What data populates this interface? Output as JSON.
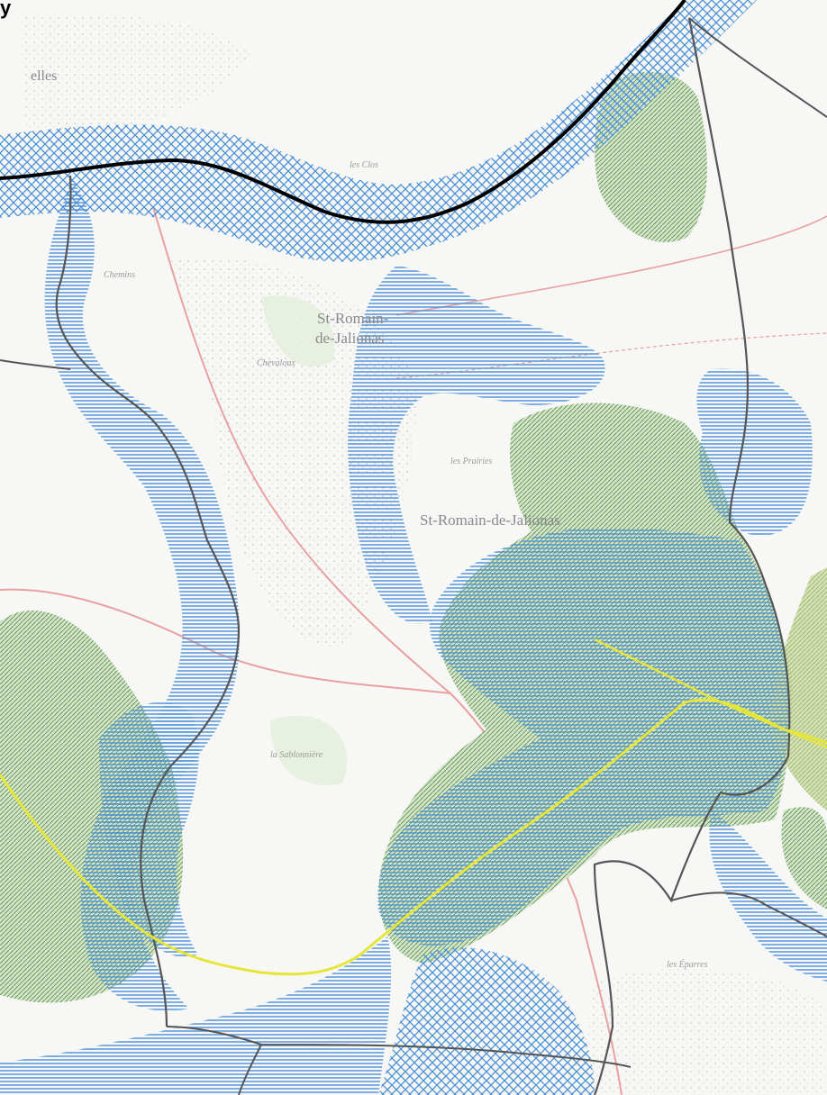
{
  "corner_label": "y",
  "places": {
    "town_top_line1": "St-Romain-",
    "town_top_line2": "de-Jalionas",
    "town_mid": "St-Romain-de-Jalionas",
    "edge_left": "elles",
    "hamlet_chemins": "Chemins",
    "hamlet_chevaloux": "Chevaloux",
    "hamlet_les_clos": "les Clos",
    "hamlet_la_sablonniere": "la Sablonnière",
    "hamlet_les_prairies": "les Prairies",
    "hamlet_les_eparres": "les Éparres"
  },
  "colors": {
    "blue_hatch": "#4a8fd6",
    "green_hatch": "#6a9a5a",
    "green_fill": "#cfe2c2",
    "black_boundary": "#000000",
    "grey_boundary": "#555555",
    "yellow_line": "#e6e63a",
    "road": "#e9a0a0"
  },
  "icons": {
    "blue_crosshatch": "crosshatch-pattern",
    "blue_horizontal": "horizontal-hatch-pattern",
    "green_diagonal": "diagonal-hatch-pattern"
  }
}
